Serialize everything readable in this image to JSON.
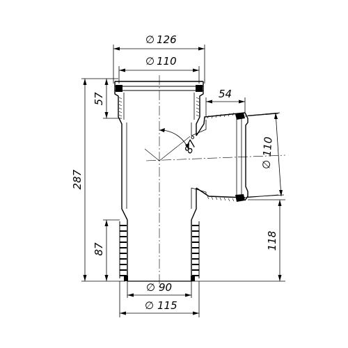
{
  "drawing": {
    "top_outer_diameter": "126",
    "top_inner_diameter": "110",
    "branch_length": "54",
    "branch_angle": "87°",
    "branch_diameter": "110",
    "overall_height": "287",
    "top_socket_height": "57",
    "bottom_spigot_height": "87",
    "branch_offset_height": "118",
    "bottom_inner_diameter": "90",
    "bottom_outer_diameter": "115",
    "diameter_symbol": "∅"
  }
}
